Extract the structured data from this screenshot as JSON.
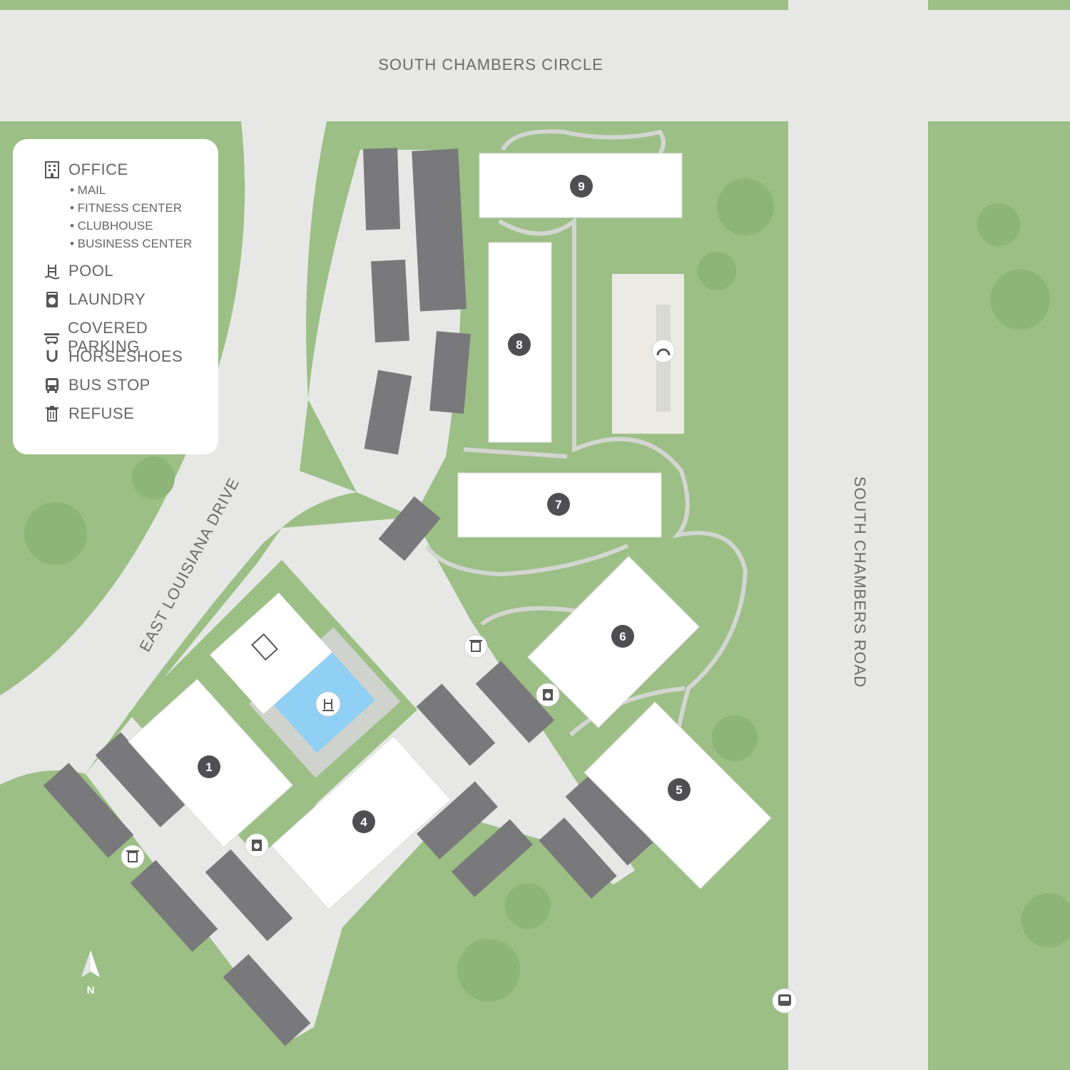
{
  "streets": {
    "north": "SOUTH CHAMBERS CIRCLE",
    "east": "SOUTH CHAMBERS ROAD",
    "west": "EAST LOUISIANA DRIVE"
  },
  "legend": {
    "office": {
      "label": "OFFICE",
      "icon": "office-building-icon"
    },
    "office_sub": [
      "• MAIL",
      "• FITNESS CENTER",
      "• CLUBHOUSE",
      "• BUSINESS CENTER"
    ],
    "pool": {
      "label": "POOL",
      "icon": "pool-ladder-icon"
    },
    "laundry": {
      "label": "LAUNDRY",
      "icon": "washing-machine-icon"
    },
    "covered_parking": {
      "label": "COVERED PARKING",
      "icon": "carport-icon"
    },
    "horseshoes": {
      "label": "HORSESHOES",
      "icon": "horseshoe-icon"
    },
    "bus_stop": {
      "label": "BUS STOP",
      "icon": "bus-icon"
    },
    "refuse": {
      "label": "REFUSE",
      "icon": "trash-can-icon"
    }
  },
  "buildings": [
    "1",
    "4",
    "5",
    "6",
    "7",
    "8",
    "9"
  ],
  "compass": "N",
  "colors": {
    "grass": "#9bbf85",
    "road": "#e7e8e6",
    "building": "#ffffff",
    "carport": "#79787a",
    "pool": "#8fd0f4",
    "badge": "#4f4f51",
    "horseshoe_court": "#eceae4"
  }
}
